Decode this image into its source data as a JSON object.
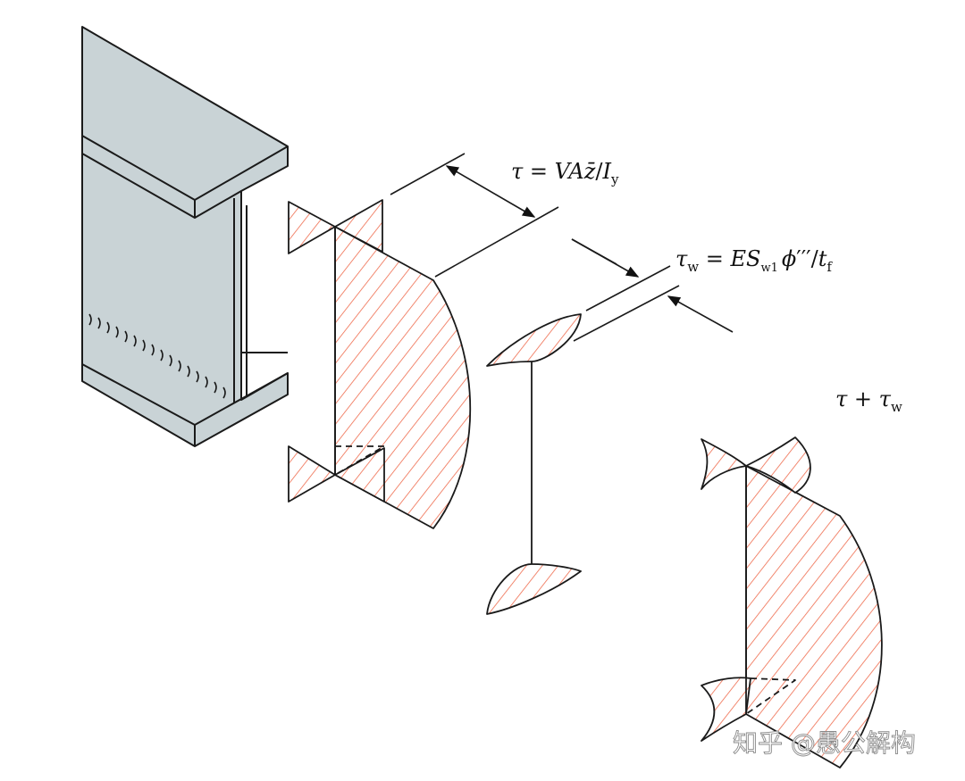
{
  "labels": {
    "shear_formula": {
      "tau": "τ",
      "eq": " = ",
      "V": "V",
      "A": "A",
      "zbar": "z̄",
      "slash": "/",
      "I": "I",
      "I_sub": "y"
    },
    "warping_formula": {
      "tau": "τ",
      "tau_sub": "w",
      "eq": " = ",
      "E": "E",
      "S": "S",
      "S_sub": "w1",
      "phi": "ϕ",
      "primes": "′′′",
      "slash": "/",
      "t": "t",
      "t_sub": "f"
    },
    "sum_label": {
      "tau": "τ",
      "plus": " + ",
      "tau2": "τ",
      "tau2_sub": "w"
    }
  },
  "watermark": "知乎 @愚公解构",
  "colors": {
    "beam_fill": "#c9d3d6",
    "beam_stroke": "#1a1a1a",
    "hatch": "#ef6b4d",
    "background": "#ffffff"
  }
}
